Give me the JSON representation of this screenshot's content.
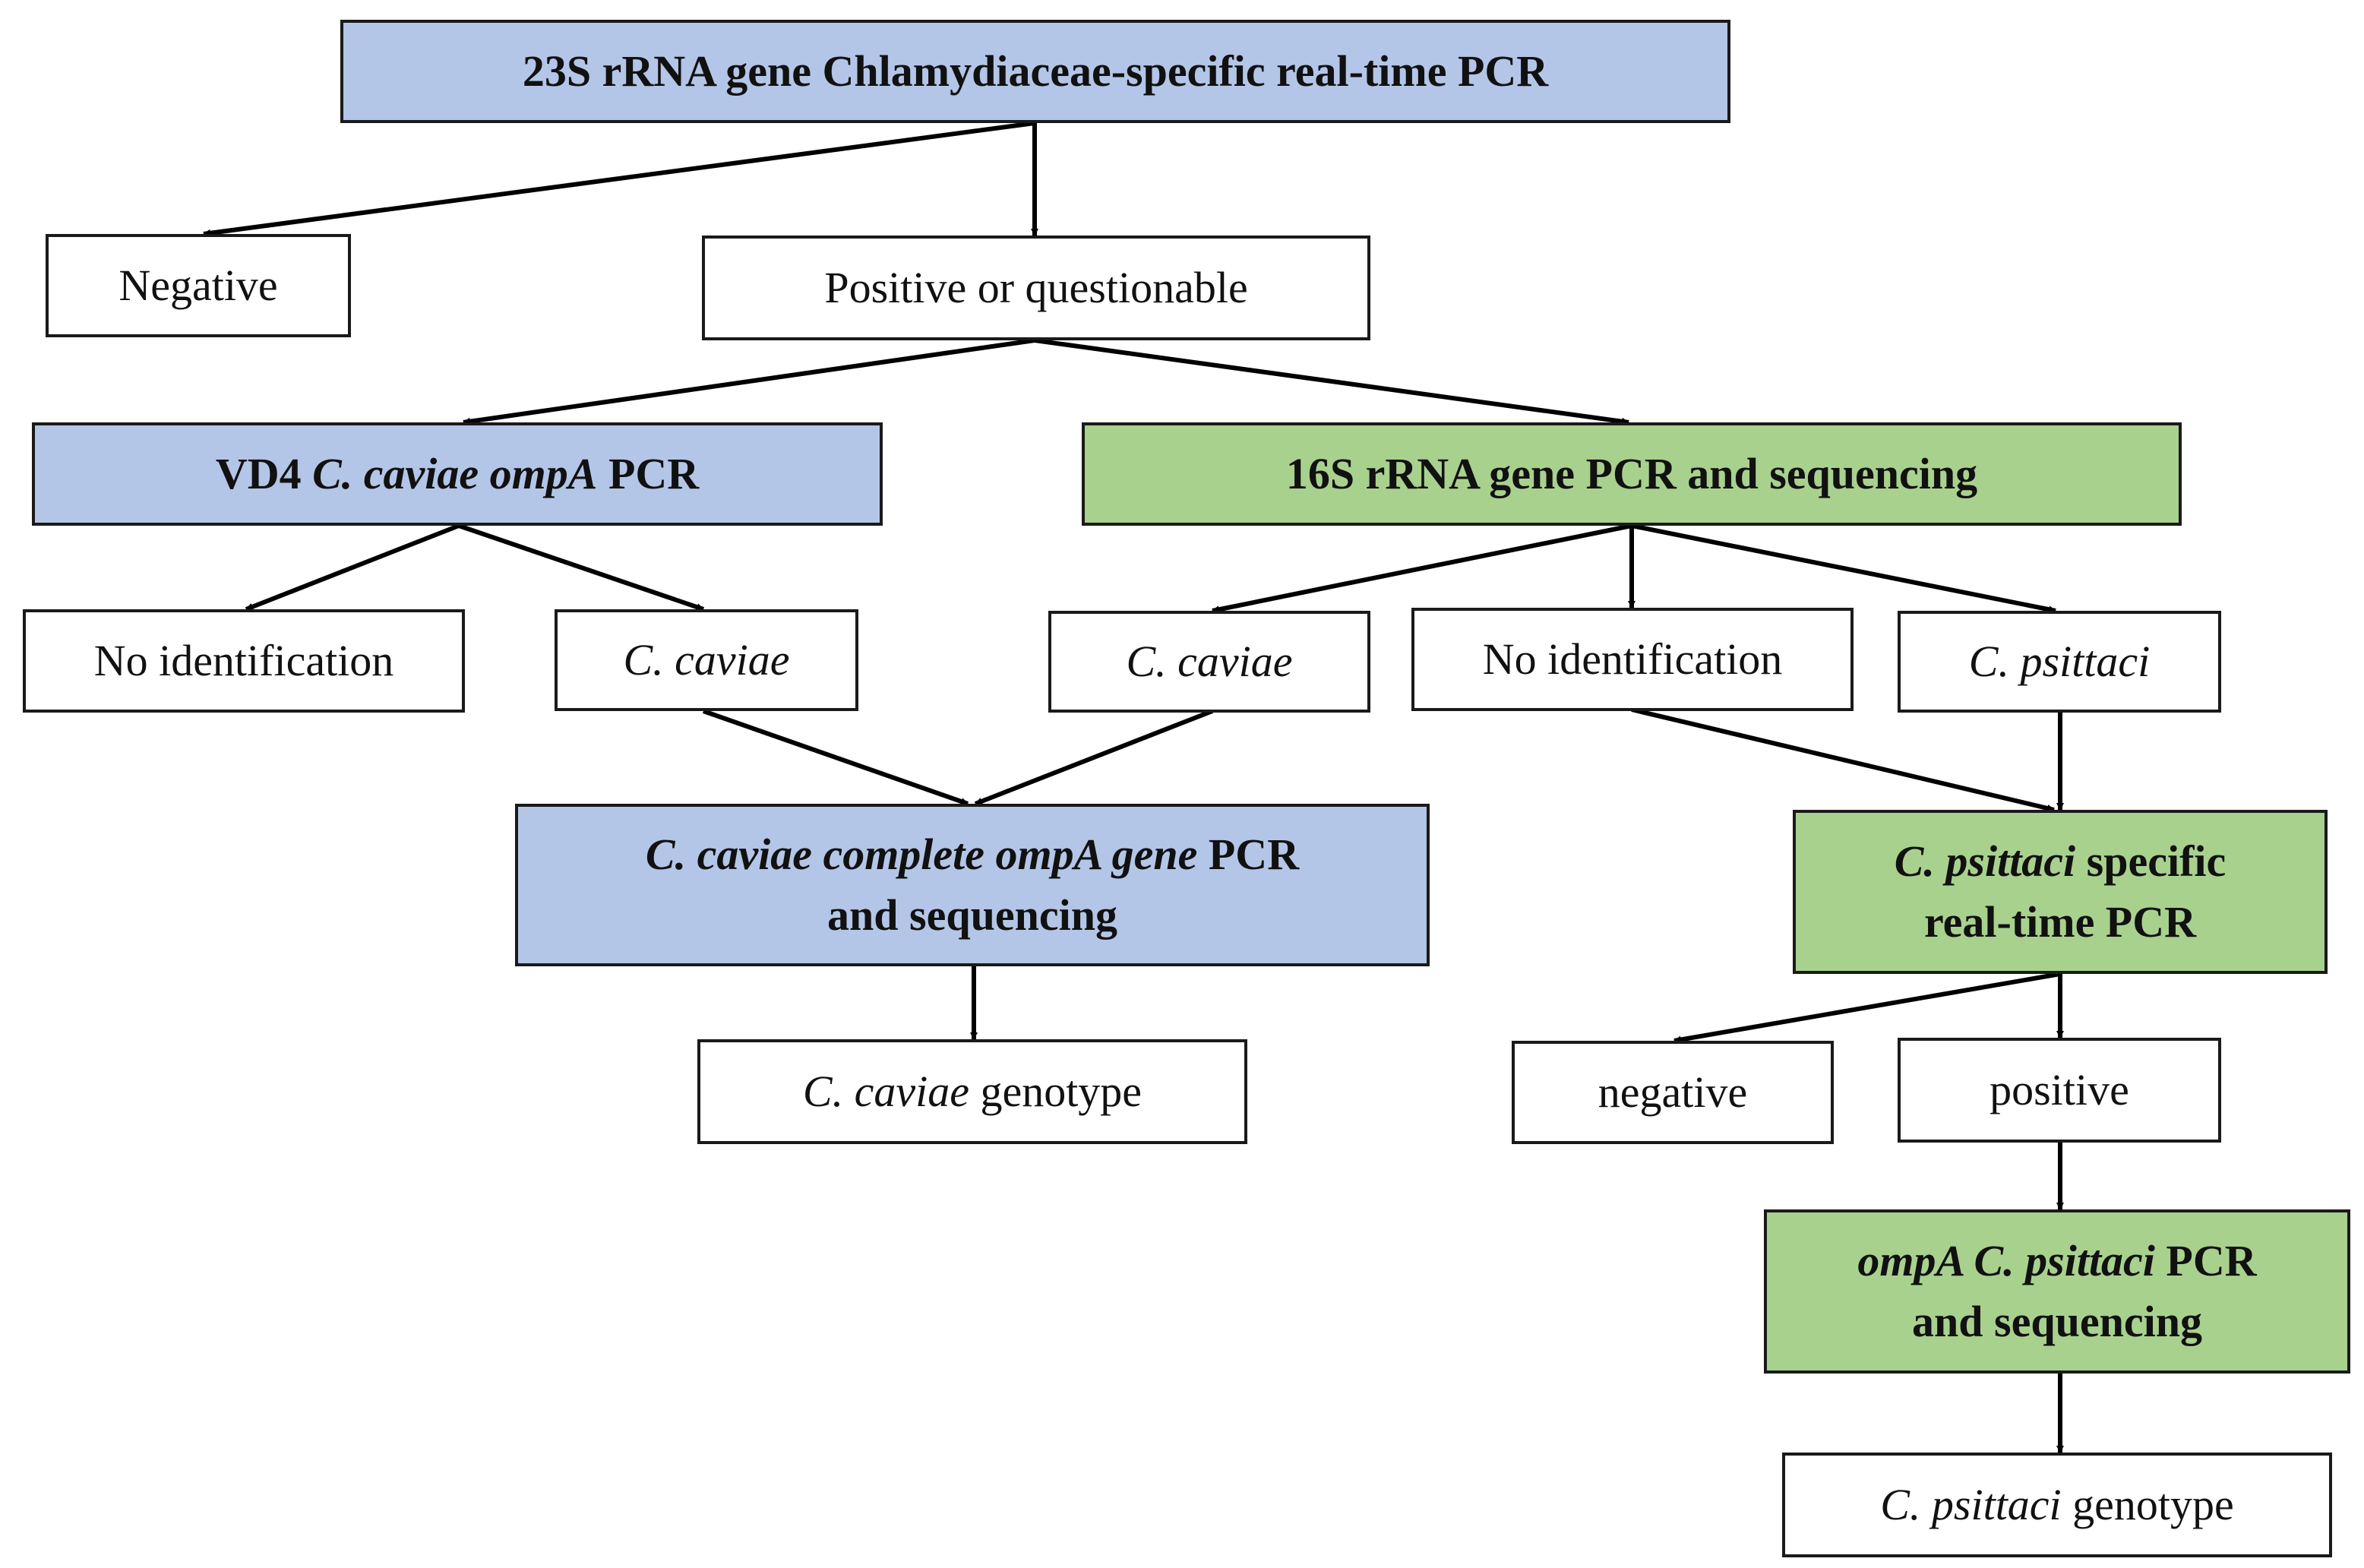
{
  "colors": {
    "blue": "#b4c6e7",
    "green": "#a9d18e",
    "white": "#ffffff",
    "stroke": "#1a1a1a"
  },
  "nodes": {
    "chlamydiaceae_pcr": {
      "text": "23S rRNA gene Chlamydiaceae-specific real-time PCR"
    },
    "negative": {
      "text": "Negative"
    },
    "positive_questionable": {
      "text": "Positive or questionable"
    },
    "vd4_pcr": {
      "a": "VD4 ",
      "b": "C. caviae ompA",
      "c": " PCR"
    },
    "pcr16s": {
      "text": "16S rRNA gene PCR and sequencing"
    },
    "vd4_no_id": {
      "text": "No identification"
    },
    "vd4_caviae": {
      "text": "C. caviae"
    },
    "s16_caviae": {
      "text": "C. caviae"
    },
    "s16_no_id": {
      "text": "No identification"
    },
    "s16_psittaci": {
      "text": "C. psittaci"
    },
    "caviae_ompa": {
      "a": "C. caviae complete ompA gene",
      "b": " PCR",
      "c": "and sequencing"
    },
    "psittaci_rt": {
      "a": "C. psittaci",
      "b": " specific",
      "c": "real-time PCR"
    },
    "caviae_genotype": {
      "a": "C. caviae",
      "b": " genotype"
    },
    "negative2": {
      "text": "negative"
    },
    "positive2": {
      "text": "positive"
    },
    "psittaci_ompa": {
      "a": "ompA C. psittaci",
      "b": " PCR",
      "c": "and sequencing"
    },
    "psittaci_genotype": {
      "a": "C. psittaci",
      "b": " genotype"
    }
  }
}
